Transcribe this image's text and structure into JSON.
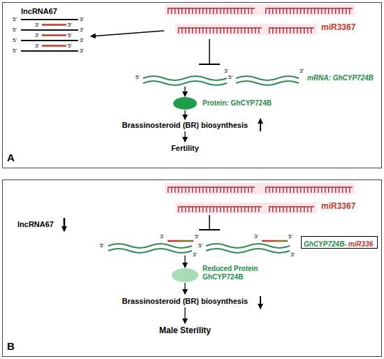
{
  "diagram": {
    "nodes": [
      {
        "text": [
          "A"
        ]
      },
      {
        "text": [
          "B"
        ]
      },
      {
        "text": [
          "GhCYP724B-",
          "miR336"
        ],
        "in": 1
      }
    ],
    "labels": [
      "lncRNA67",
      "5'",
      "3'",
      "5'",
      "3'",
      "5'",
      "3'",
      "5'",
      "3'",
      "3'",
      "5'",
      "3'",
      "5'",
      "3'",
      "5'",
      "miR3367",
      "5'",
      "3'",
      "5'",
      "3'",
      "mRNA: GhCYP724B",
      "Protein: GhCYP724B",
      "Brassinosteroid (BR) biosynthesis",
      "Fertility",
      "miR3367",
      "lncRNA67",
      "5'",
      "3'",
      "3'",
      "5'",
      "5'",
      "3'",
      "3'",
      "5'",
      "Reduced Protein GhCYP724B",
      "Brassinosteroid (BR) biosynthesis",
      "Male Sterility"
    ]
  }
}
